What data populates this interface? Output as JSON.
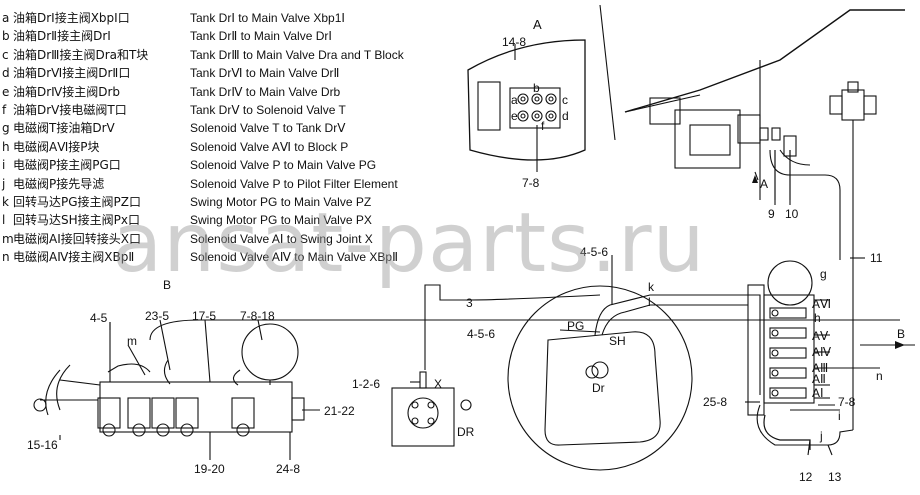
{
  "legend": [
    {
      "key": "a",
      "zh": "油箱DrⅠ接主阀XbpⅠ口",
      "en": "Tank DrⅠ to Main Valve Xbp1Ⅰ"
    },
    {
      "key": "b",
      "zh": "油箱DrⅡ接主阀DrⅠ",
      "en": "Tank DrⅡ to Main Valve DrⅠ"
    },
    {
      "key": "c",
      "zh": "油箱DrⅢ接主阀Dra和T块",
      "en": "Tank DrⅢ to Main Valve Dra and T Block"
    },
    {
      "key": "d",
      "zh": "油箱DrⅥ接主阀DrⅡ口",
      "en": "Tank DrⅥ to Main Valve DrⅡ"
    },
    {
      "key": "e",
      "zh": "油箱DrⅣ接主阀Drb",
      "en": "Tank DrⅣ to Main Valve Drb"
    },
    {
      "key": "f",
      "zh": "油箱DrⅤ接电磁阀T口",
      "en": "Tank DrⅤ to Solenoid Valve T"
    },
    {
      "key": "g",
      "zh": "电磁阀T接油箱DrⅤ",
      "en": "Solenoid Valve T to Tank DrⅤ"
    },
    {
      "key": "h",
      "zh": "电磁阀AⅥ接P块",
      "en": "Solenoid Valve AⅥ to Block P"
    },
    {
      "key": "i",
      "zh": "电磁阀P接主阀PG口",
      "en": "Solenoid Valve P to Main Valve PG"
    },
    {
      "key": "j",
      "zh": "电磁阀P接先导滤",
      "en": "Solenoid Valve P to Pilot Filter Element"
    },
    {
      "key": "k",
      "zh": "回转马达PG接主阀PZ口",
      "en": "Swing Motor PG to Main Valve PZ"
    },
    {
      "key": "l",
      "zh": "回转马达SH接主阀Px口",
      "en": "Swing Motor PG to Main Valve PX"
    },
    {
      "key": "m",
      "zh": "电磁阀AⅠ接回转接头X口",
      "en": "Solenoid Valve AⅠ to Swing Joint X"
    },
    {
      "key": "n",
      "zh": "电磁阀AⅣ接主阀XBpⅡ",
      "en": "Solenoid Valve AⅣ to Main Valve XBpⅡ"
    }
  ],
  "watermark": "ansat-parts.ru",
  "labels": {
    "view_a": "A",
    "detail_a_top": "14-8",
    "detail_a_bottom": "7-8",
    "port_a": "a",
    "port_b": "b",
    "port_c": "c",
    "port_d": "d",
    "port_e": "e",
    "port_f": "f",
    "arrow_a": "A",
    "p9": "9",
    "p10": "10",
    "p11": "11",
    "g": "g",
    "h": "h",
    "i": "i",
    "j": "j",
    "k": "k",
    "l": "l",
    "m": "m",
    "n": "n",
    "a6": "AⅥ",
    "a5": "AⅤ",
    "a4": "AⅣ",
    "a3": "AⅢ",
    "a2": "AⅡ",
    "a1": "AⅠ",
    "b_right": "B",
    "b_left": "B",
    "p456_top": "4-5-6",
    "p456_left": "4-5-6",
    "pg": "PG",
    "sh": "SH",
    "dr_motor": "Dr",
    "dr_joint": "DR",
    "x": "X",
    "p3": "3",
    "p126": "1-2-6",
    "p45": "4-5",
    "p235": "23-5",
    "p175": "17-5",
    "p7818": "7-8-18",
    "p2122": "21-22",
    "p1516": "15-16",
    "p1920": "19-20",
    "p248": "24-8",
    "p258": "25-8",
    "p78r": "7-8",
    "p12": "12",
    "p13": "13"
  }
}
